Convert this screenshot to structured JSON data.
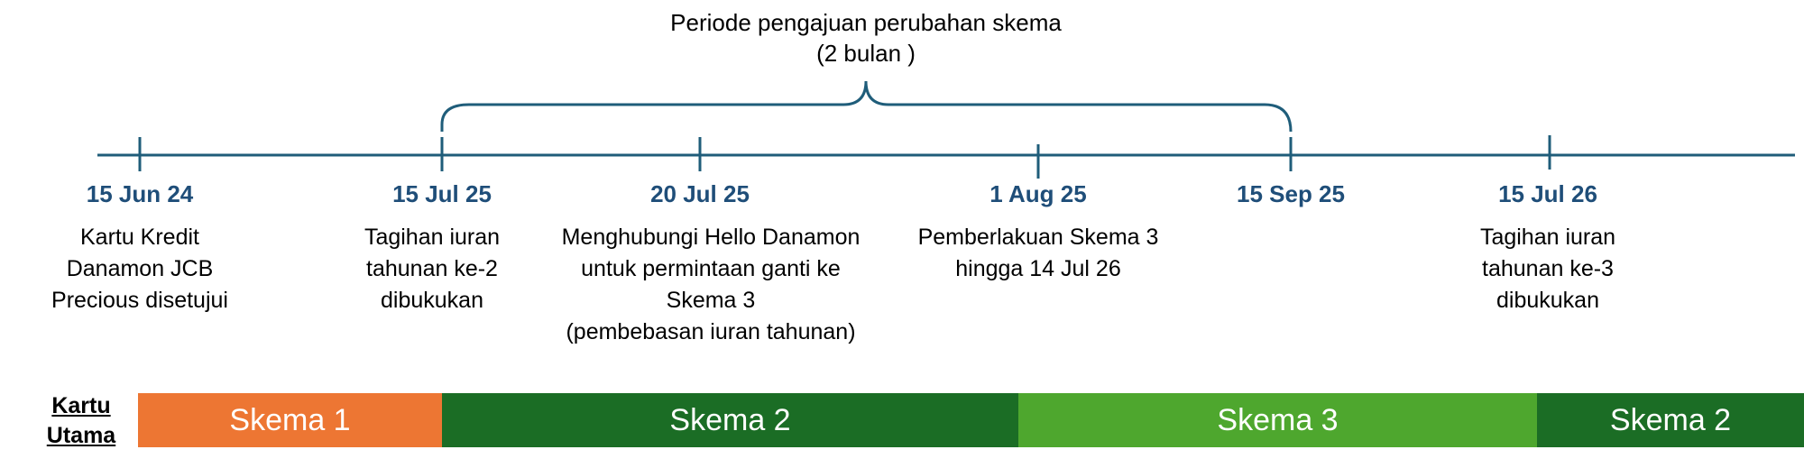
{
  "period": {
    "line1": "Periode pengajuan perubahan skema",
    "line2": "(2 bulan )"
  },
  "colors": {
    "timeline": "#1f5d7a",
    "date_text": "#1f4e79",
    "skema_1": "#ed7633",
    "skema_2": "#1b6d25",
    "skema_3": "#4ea72e"
  },
  "milestones": [
    {
      "date": "15 Jun 24",
      "desc": "Kartu Kredit\nDanamon JCB\nPrecious disetujui"
    },
    {
      "date": "15 Jul 25",
      "desc": "Tagihan iuran\ntahunan ke-2\ndibukukan"
    },
    {
      "date": "20 Jul 25",
      "desc": "Menghubungi Hello Danamon\nuntuk permintaan ganti ke\nSkema 3\n(pembebasan iuran tahunan)"
    },
    {
      "date": "1 Aug 25",
      "desc": "Pemberlakuan Skema 3\nhingga 14 Jul 26"
    },
    {
      "date": "15 Sep 25",
      "desc": ""
    },
    {
      "date": "15 Jul 26",
      "desc": "Tagihan iuran\ntahunan ke-3\ndibukukan"
    }
  ],
  "row_label": "Kartu\nUtama",
  "bars": [
    {
      "label": "Skema 1",
      "scheme": "skema_1"
    },
    {
      "label": "Skema 2",
      "scheme": "skema_2"
    },
    {
      "label": "Skema 3",
      "scheme": "skema_3"
    },
    {
      "label": "Skema 2",
      "scheme": "skema_2"
    }
  ]
}
